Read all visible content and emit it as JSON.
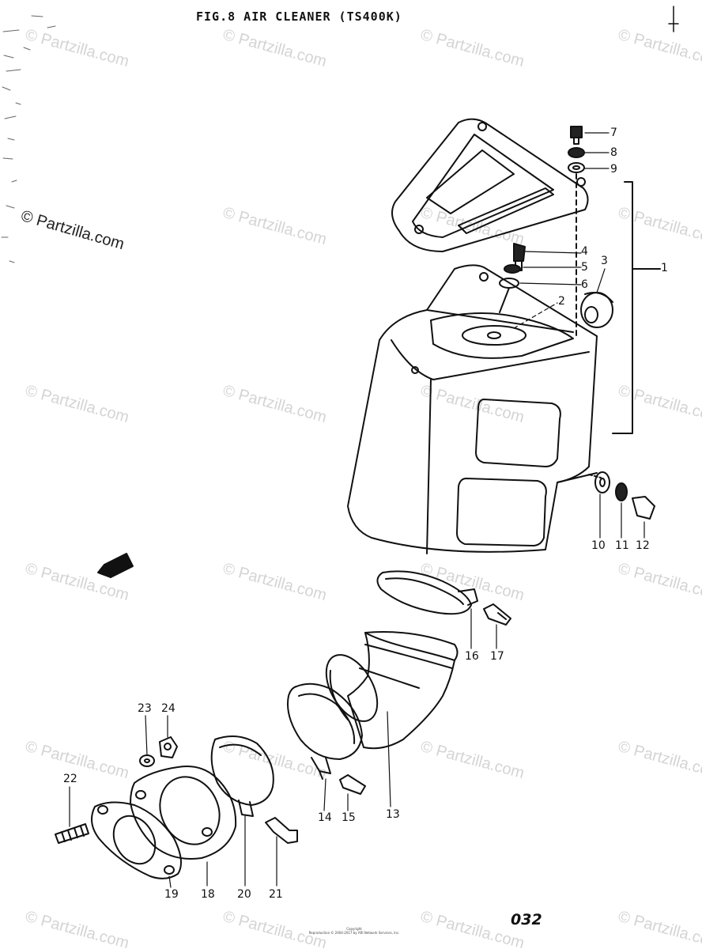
{
  "title": "FIG.8  AIR CLEANER (TS400K)",
  "watermark": "© Partzilla.com",
  "page_code": "032",
  "copyright_line1": "Copyright",
  "copyright_line2": "Reproduction © 2004-2017 by ARI Network Services, Inc.",
  "callouts": [
    "1",
    "2",
    "3",
    "4",
    "5",
    "6",
    "7",
    "8",
    "9",
    "10",
    "11",
    "12",
    "13",
    "14",
    "15",
    "16",
    "17",
    "18",
    "19",
    "20",
    "21",
    "22",
    "23",
    "24"
  ]
}
